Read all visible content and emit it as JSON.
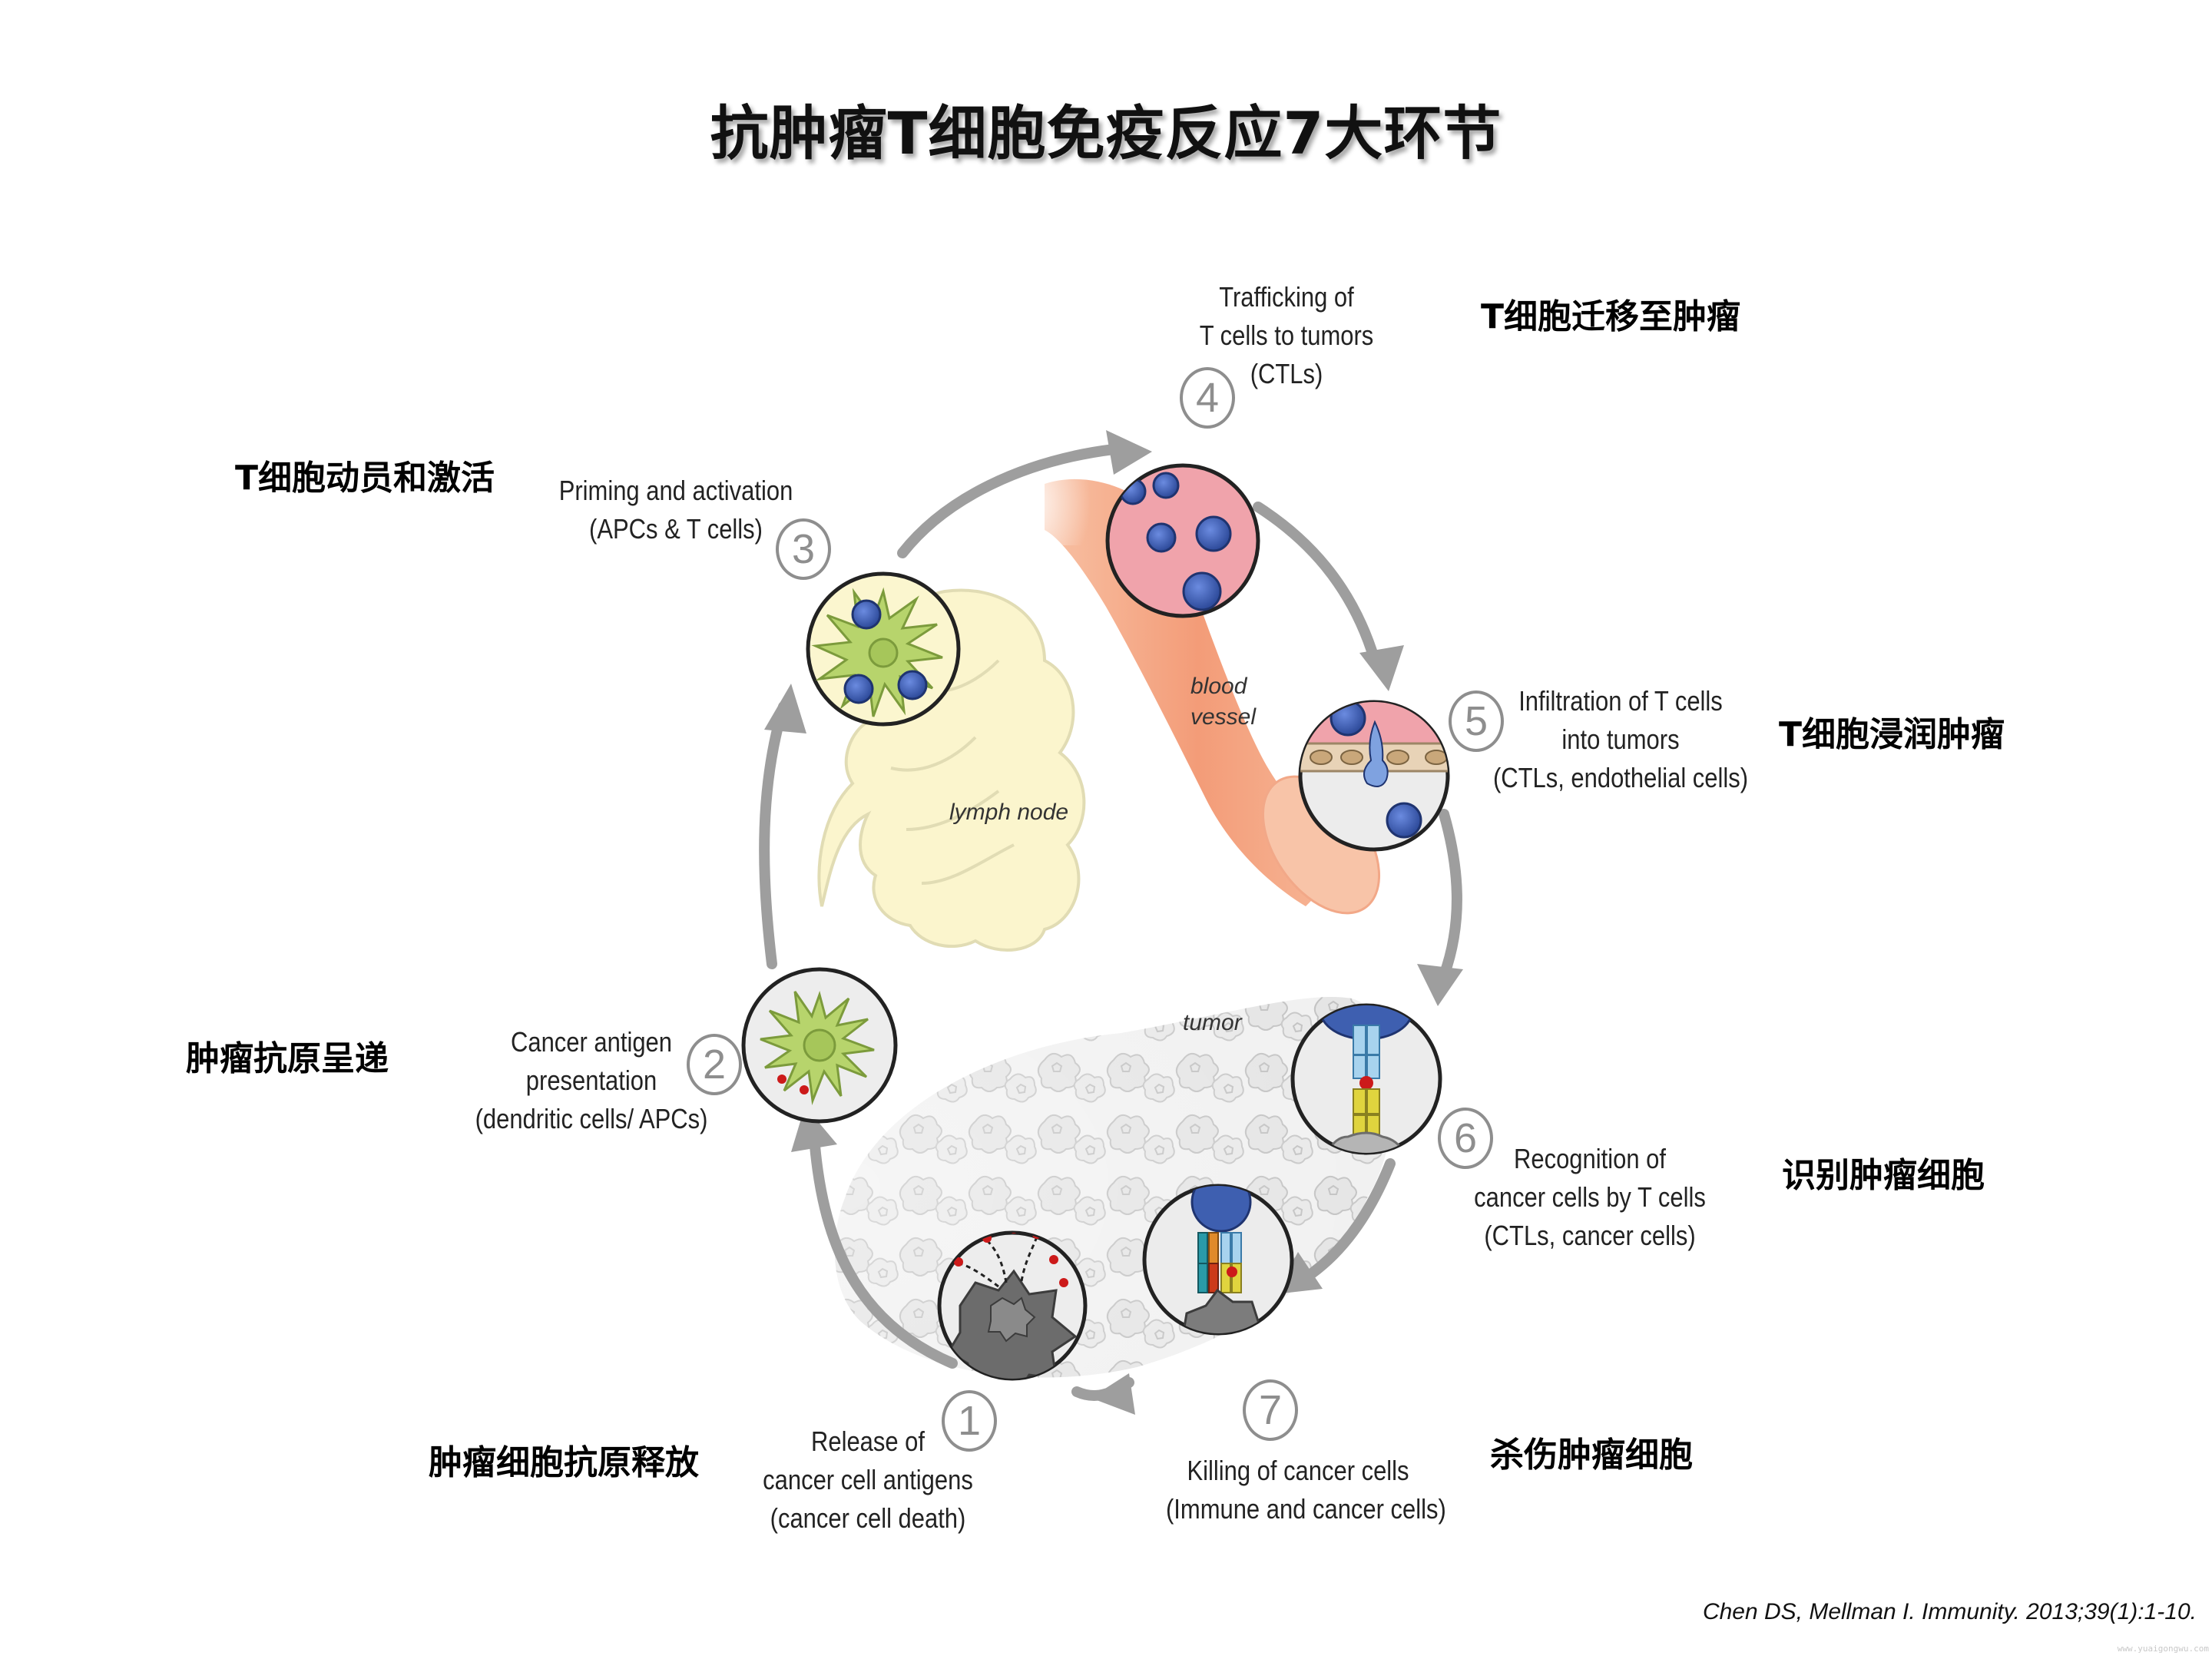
{
  "title": "抗肿瘤T细胞免疫反应7大环节",
  "steps": [
    {
      "number": "1",
      "en_lines": [
        "Release of",
        "cancer cell antigens",
        "(cancer cell death)"
      ],
      "cn": "肿瘤细胞抗原释放"
    },
    {
      "number": "2",
      "en_lines": [
        "Cancer antigen",
        "presentation",
        "(dendritic cells/ APCs)"
      ],
      "cn": "肿瘤抗原呈递"
    },
    {
      "number": "3",
      "en_lines": [
        "Priming and activation",
        "(APCs & T cells)"
      ],
      "cn": "T细胞动员和激活"
    },
    {
      "number": "4",
      "en_lines": [
        "Trafficking of",
        "T cells to tumors",
        "(CTLs)"
      ],
      "cn": "T细胞迁移至肿瘤"
    },
    {
      "number": "5",
      "en_lines": [
        "Infiltration of T cells",
        "into tumors",
        "(CTLs, endothelial cells)"
      ],
      "cn": "T细胞浸润肿瘤"
    },
    {
      "number": "6",
      "en_lines": [
        "Recognition of",
        "cancer cells by T cells",
        "(CTLs, cancer cells)"
      ],
      "cn": "识别肿瘤细胞"
    },
    {
      "number": "7",
      "en_lines": [
        "Killing of cancer cells",
        "(Immune and cancer cells)"
      ],
      "cn": "杀伤肿瘤细胞"
    }
  ],
  "labels": {
    "lymph_node": "lymph node",
    "blood_vessel_line1": "blood",
    "blood_vessel_line2": "vessel",
    "tumor": "tumor"
  },
  "citation": "Chen DS, Mellman I. Immunity. 2013;39(1):1-10.",
  "watermark": "www.yuaigongwu.com",
  "colors": {
    "arrow": "#9e9e9e",
    "t_cell": "#3e5fb0",
    "dendritic_cell": "#b5d36a",
    "lymph_node": "#fbf6cf",
    "blood_vessel": "#f4a27e",
    "blood_inner": "#f0a3ab",
    "antigen": "#cc1a1a"
  }
}
